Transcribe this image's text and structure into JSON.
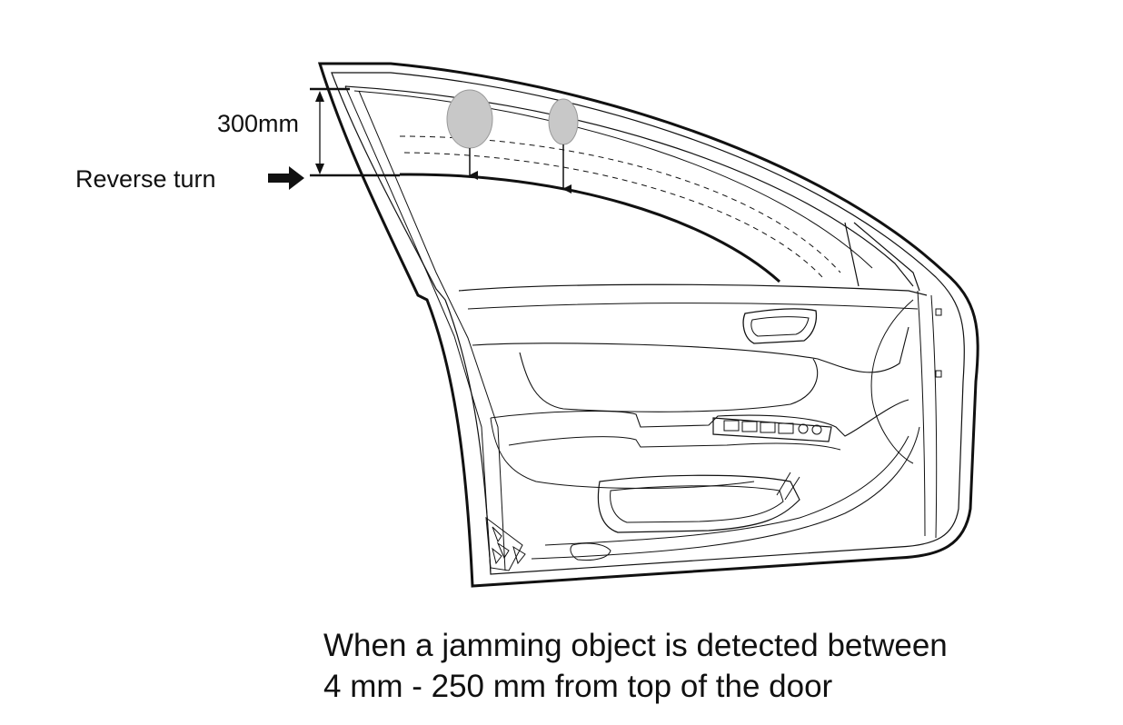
{
  "diagram": {
    "dimension_label": "300mm",
    "reverse_label": "Reverse turn"
  },
  "caption": {
    "line1": "When a jamming object is detected between",
    "line2": "4 mm - 250 mm from top of the door"
  },
  "colors": {
    "ink": "#111111",
    "object_fill": "#c8c8c8",
    "background": "#ffffff"
  }
}
